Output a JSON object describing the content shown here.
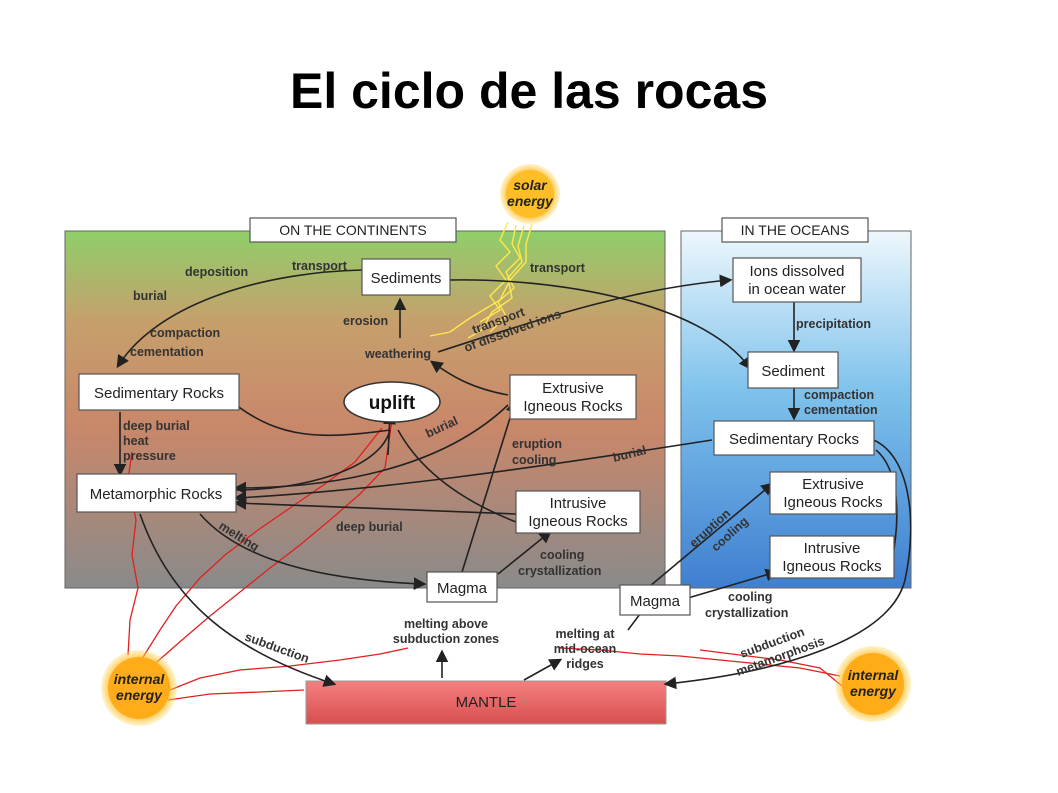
{
  "title": "El ciclo de las rocas",
  "regions": {
    "continents": "ON THE CONTINENTS",
    "oceans": "IN THE OCEANS"
  },
  "energy": {
    "solar": [
      "solar",
      "energy"
    ],
    "internal": [
      "internal",
      "energy"
    ]
  },
  "boxes": {
    "sediments": "Sediments",
    "sedimentary_rocks_cont": "Sedimentary Rocks",
    "uplift": "uplift",
    "extrusive_cont": [
      "Extrusive",
      "Igneous Rocks"
    ],
    "metamorphic": "Metamorphic Rocks",
    "intrusive_cont": [
      "Intrusive",
      "Igneous Rocks"
    ],
    "magma_cont": "Magma",
    "ions": [
      "Ions dissolved",
      "in ocean water"
    ],
    "sediment_ocean": "Sediment",
    "sedimentary_rocks_ocean": "Sedimentary Rocks",
    "extrusive_ocean": [
      "Extrusive",
      "Igneous Rocks"
    ],
    "intrusive_ocean": [
      "Intrusive",
      "Igneous Rocks"
    ],
    "magma_ocean": "Magma",
    "mantle": "MANTLE"
  },
  "labels": {
    "deposition": "deposition",
    "transport_left": "transport",
    "transport_right": "transport",
    "burial_top": "burial",
    "compaction_cont": [
      "compaction",
      "cementation"
    ],
    "erosion": "erosion",
    "weathering": "weathering",
    "transport_ions": [
      "transport",
      "of dissolved ions"
    ],
    "deep_burial_heat": [
      "deep burial",
      "heat",
      "pressure"
    ],
    "burial_mid": "burial",
    "eruption_cooling_cont": [
      "eruption",
      "cooling"
    ],
    "burial_ocean": "burial",
    "deep_burial": "deep burial",
    "melting": "melting",
    "cooling_cryst_cont": [
      "cooling",
      "crystallization"
    ],
    "melting_subduction": [
      "melting above",
      "subduction zones"
    ],
    "subduction_left": "subduction",
    "precipitation": "precipitation",
    "compaction_ocean": [
      "compaction",
      "cementation"
    ],
    "eruption_ocean": "eruption",
    "cooling_ocean": "cooling",
    "cooling_cryst_ocean": [
      "cooling",
      "crystallization"
    ],
    "melting_ridges": [
      "melting at",
      "mid-ocean",
      "ridges"
    ],
    "subduction_right": "subduction",
    "metamorphosis": "metamorphosis"
  },
  "colors": {
    "continents_top": "#8fcf6a",
    "continents_mid": "#c9876a",
    "continents_bottom": "#8a8a8a",
    "oceans_top": "#e8f4fb",
    "oceans_bottom": "#3f7fd0",
    "mantle": "#ee6a6a",
    "energy_arrow": "#e02020",
    "solar_arrow": "#ffe84a"
  }
}
